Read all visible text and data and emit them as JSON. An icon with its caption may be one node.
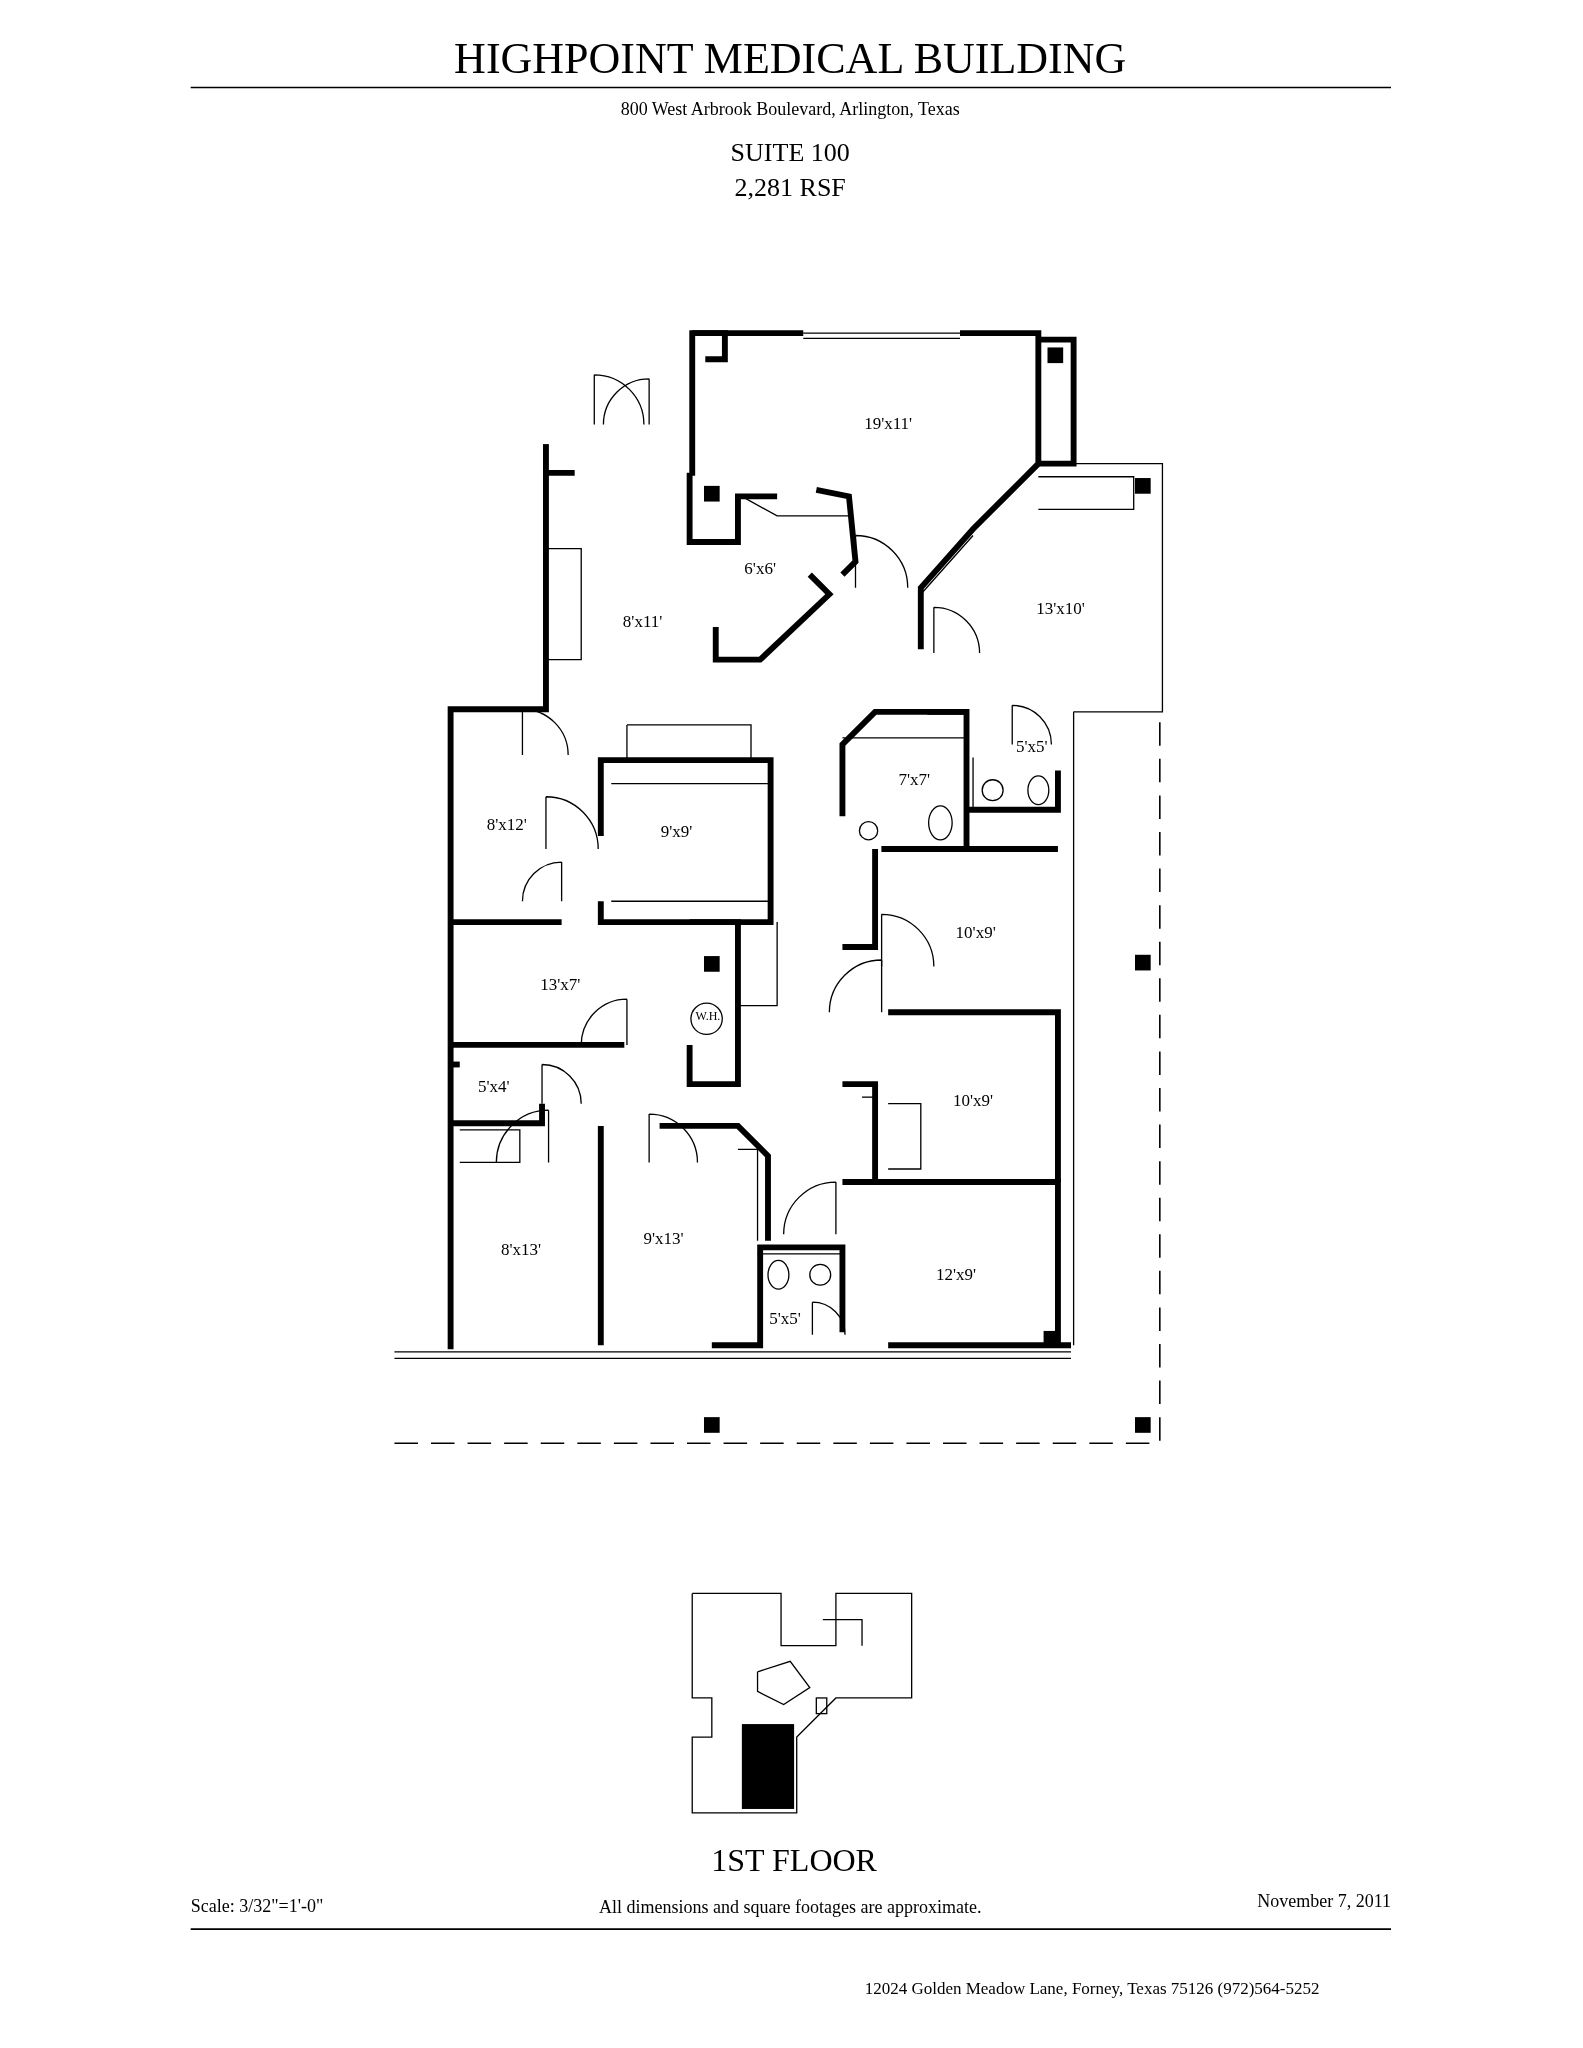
{
  "diagram": {
    "title": "HIGHPOINT MEDICAL BUILDING",
    "labels": [
      "800 West Arbrook Boulevard, Arlington, Texas",
      "SUITE 100",
      "2,281 RSF",
      "19'x11'",
      "6'x6'",
      "8'x11'",
      "13'x10'",
      "5'x5'",
      "7'x7'",
      "8'x12'",
      "9'x9'",
      "10'x9'",
      "13'x7'",
      "W.H.",
      "5'x4'",
      "10'x9'",
      "8'x13'",
      "9'x13'",
      "12'x9'",
      "5'x5'",
      "1ST FLOOR",
      "Scale: 3/32\"=1'-0\"",
      "All dimensions and square footages are approximate.",
      "November 7, 2011",
      "12024 Golden Meadow Lane, Forney, Texas  75126  (972)564-5252"
    ]
  }
}
